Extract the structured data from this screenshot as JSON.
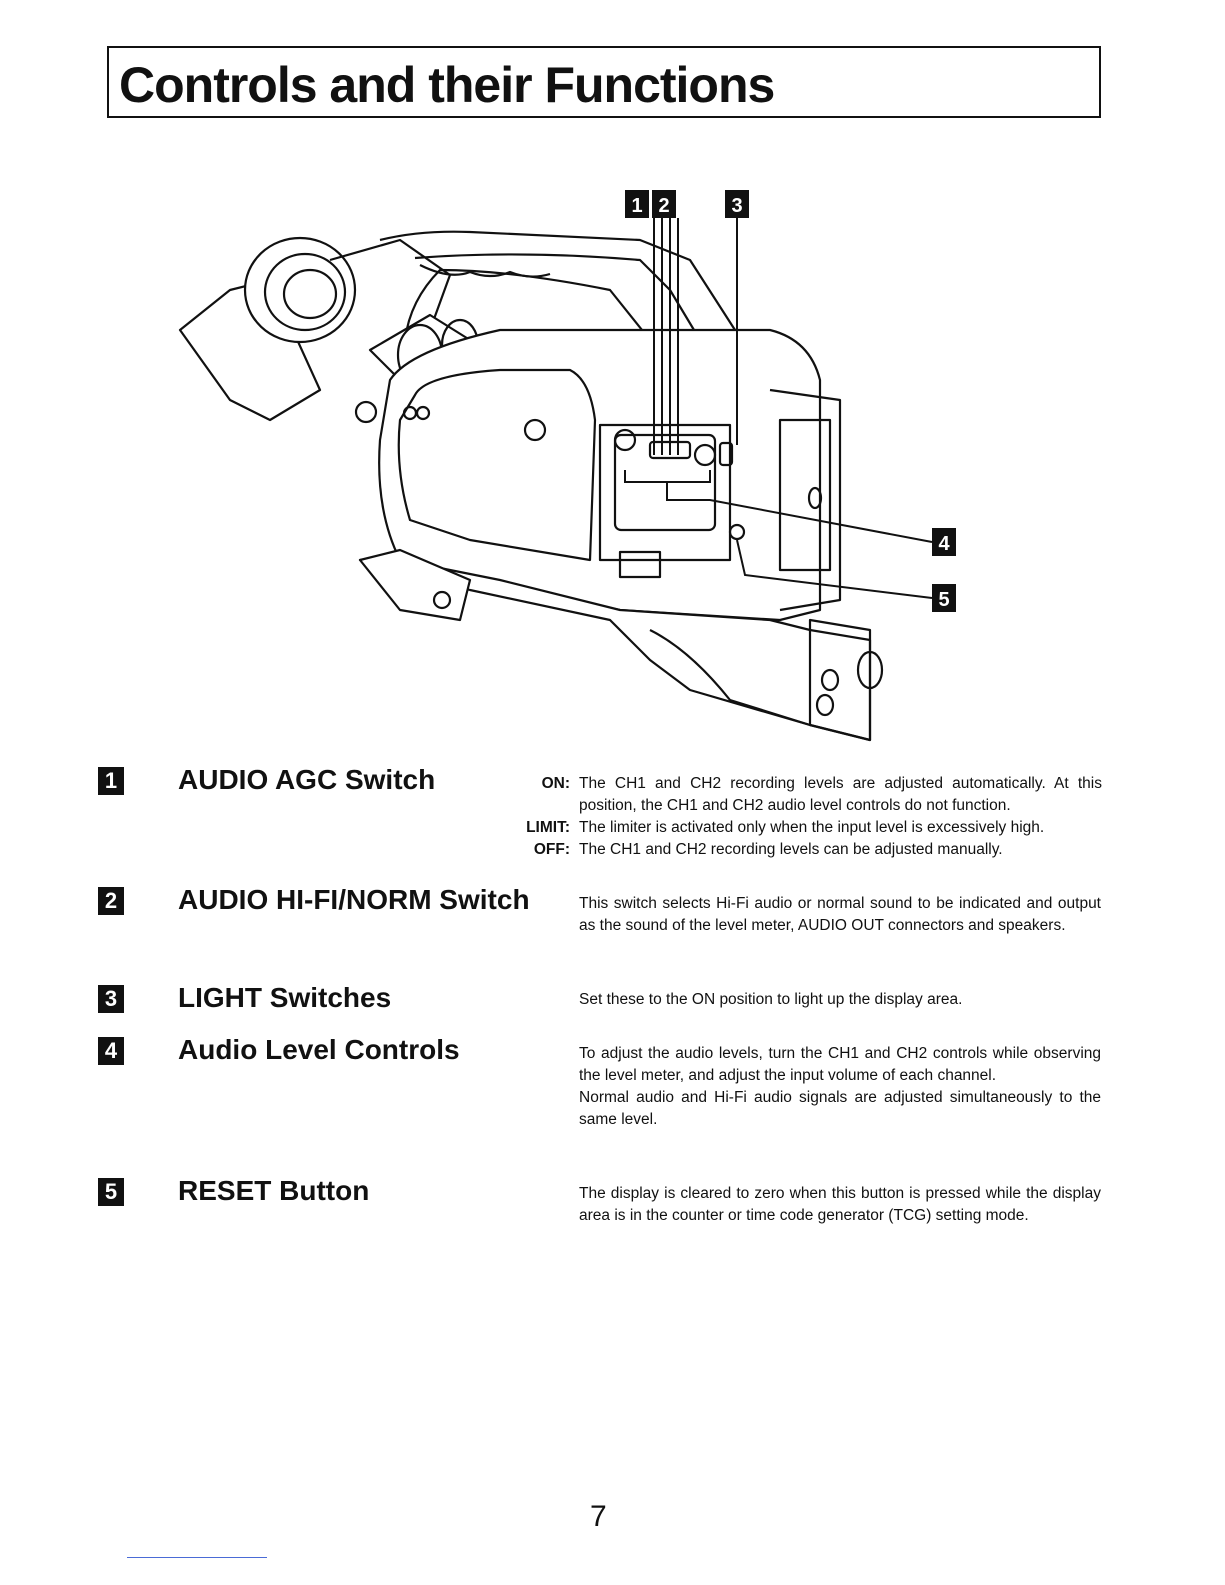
{
  "page": {
    "title": "Controls and their Functions",
    "page_number": "7"
  },
  "figure": {
    "callouts": [
      "1",
      "2",
      "3",
      "4",
      "5"
    ]
  },
  "items": [
    {
      "number": "1",
      "label": "AUDIO AGC Switch",
      "options": [
        {
          "key": "ON:",
          "text": "The CH1 and CH2 recording levels are adjusted automatically. At this position, the CH1 and CH2 audio level controls do not function."
        },
        {
          "key": "LIMIT:",
          "text": "The limiter is activated only when the input level is excessively high."
        },
        {
          "key": "OFF:",
          "text": "The CH1 and CH2 recording levels can be adjusted manually."
        }
      ]
    },
    {
      "number": "2",
      "label": "AUDIO HI-FI/NORM Switch",
      "paragraphs": [
        "This switch selects Hi-Fi audio or normal sound to be indicated and output as the sound of the level meter, AUDIO OUT connectors and speakers."
      ]
    },
    {
      "number": "3",
      "label": "LIGHT Switches",
      "paragraphs": [
        "Set these to the ON position to light up the display area."
      ]
    },
    {
      "number": "4",
      "label": "Audio Level Controls",
      "paragraphs": [
        "To adjust the audio levels, turn the CH1 and CH2 controls while observing the level meter, and adjust the input volume of each channel.",
        "Normal audio and Hi-Fi audio signals are adjusted simultaneously to the same level."
      ]
    },
    {
      "number": "5",
      "label": "RESET Button",
      "paragraphs": [
        "The display is cleared to zero when this button is pressed while the display area is in the counter or time code generator (TCG) setting mode."
      ]
    }
  ]
}
